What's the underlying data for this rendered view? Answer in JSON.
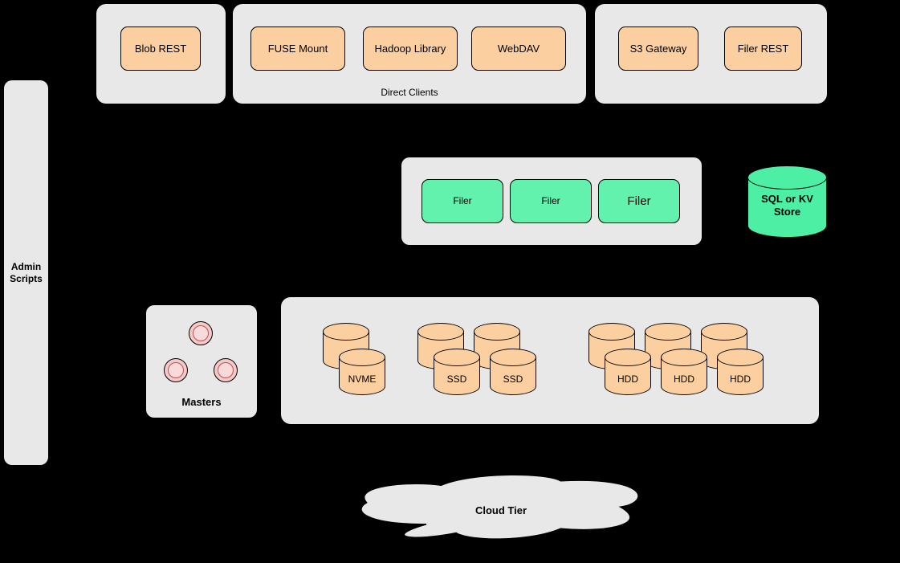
{
  "colors": {
    "background": "#000000",
    "panel_fill": "#e8e8e8",
    "node_orange": "#fccfa0",
    "node_green": "#63f1ae",
    "cylinder_green": "#4cefa4",
    "node_pink": "#f5c9c9",
    "pink_ring": "#b85450",
    "stroke": "#000000"
  },
  "top_row": {
    "blob_group": {
      "blob_rest": "Blob REST"
    },
    "direct_clients_group": {
      "label": "Direct Clients",
      "fuse_mount": "FUSE Mount",
      "hadoop_library": "Hadoop Library",
      "webdav": "WebDAV"
    },
    "gateway_group": {
      "s3_gateway": "S3 Gateway",
      "filer_rest": "Filer REST"
    }
  },
  "admin": {
    "label": "Admin Scripts"
  },
  "filer_group": {
    "filers": [
      "Filer",
      "Filer",
      "Filer"
    ]
  },
  "metadata_store": {
    "label": "SQL or KV Store"
  },
  "masters_group": {
    "label": "Masters"
  },
  "storage_group": {
    "nvme_labels": [
      "NVME"
    ],
    "ssd_labels": [
      "SSD",
      "SSD"
    ],
    "hdd_labels": [
      "HDD",
      "HDD",
      "HDD"
    ]
  },
  "cloud": {
    "label": "Cloud Tier"
  }
}
